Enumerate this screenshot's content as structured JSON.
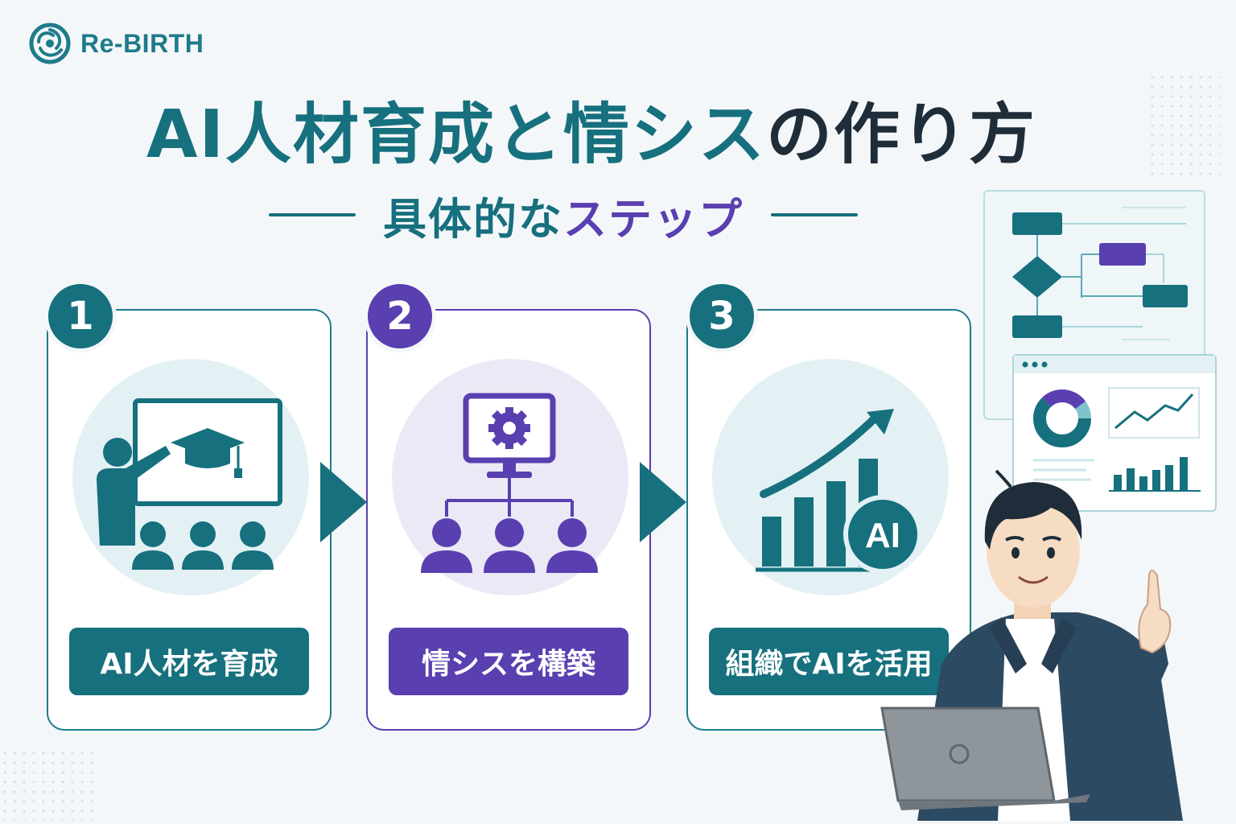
{
  "brand": {
    "name": "Re-BIRTH",
    "logo_icon": "rebirth-swirl-icon"
  },
  "title": {
    "part1": "AI人材育成と情シス",
    "part2": "の作り方"
  },
  "subtitle": {
    "part1": "具体的な",
    "part2": "ステップ"
  },
  "steps": [
    {
      "number": "1",
      "label": "AI人材を育成",
      "icon": "teacher-classroom-icon"
    },
    {
      "number": "2",
      "label": "情シスを構築",
      "icon": "monitor-gear-network-icon"
    },
    {
      "number": "3",
      "label": "組織でAIを活用",
      "icon": "growth-chart-ai-icon",
      "icon_badge": "AI"
    }
  ],
  "colors": {
    "teal": "#16707e",
    "purple": "#5a3fb0",
    "dark": "#1f2d3a",
    "background": "#f4f7f9"
  }
}
